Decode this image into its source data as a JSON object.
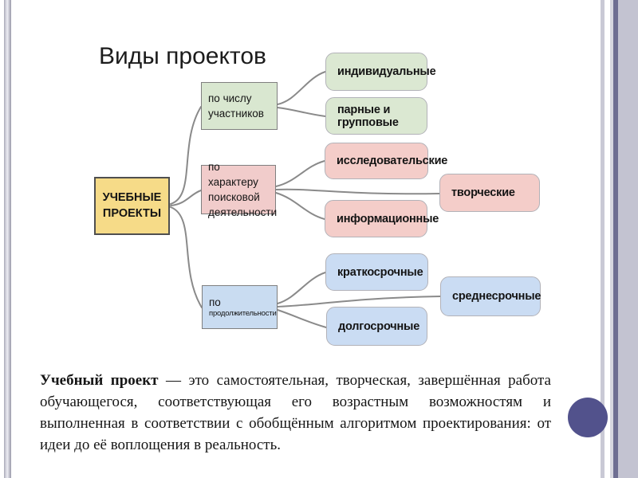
{
  "slide_title": "Виды проектов",
  "diagram": {
    "root": {
      "label": "УЧЕБНЫЕ\nПРОЕКТЫ"
    },
    "categories": [
      {
        "label": "по числу\nучастников"
      },
      {
        "label": "по характеру\nпоисковой\nдеятельности"
      },
      {
        "label_line1": "по",
        "label_line2": "продолжительности"
      }
    ],
    "leaves": [
      {
        "label": "индивидуальные"
      },
      {
        "label": "парные и групповые"
      },
      {
        "label": "исследовательские"
      },
      {
        "label": "творческие"
      },
      {
        "label": "информационные"
      },
      {
        "label": "краткосрочные"
      },
      {
        "label": "среднесрочные"
      },
      {
        "label": "долгосрочные"
      }
    ]
  },
  "definition": {
    "lead": "Учебный проект",
    "body": " — это самостоятельная, творческая, завершённая работа обучающегося, соответствующая его возрастным возможностям и выполненная в соответствии с обобщённым алгоритмом проектирования: от идеи до её воплощения в реальность."
  },
  "colors": {
    "root_fill": "#f6db88",
    "category_green_fill": "#d9e7d0",
    "category_pink_fill": "#f1cccb",
    "category_blue_fill": "#c9dcf1",
    "leaf_green_fill": "#dbe8d2",
    "leaf_pink_fill": "#f4cdc9",
    "leaf_blue_fill": "#cadcf3",
    "connector_stroke": "#8a8a8a",
    "decorative_circle": "#52528c",
    "right_panel": "#c3c3d1",
    "right_panel_dark_stripe": "#6e6e92",
    "left_stripe": "#b4b4c1"
  }
}
